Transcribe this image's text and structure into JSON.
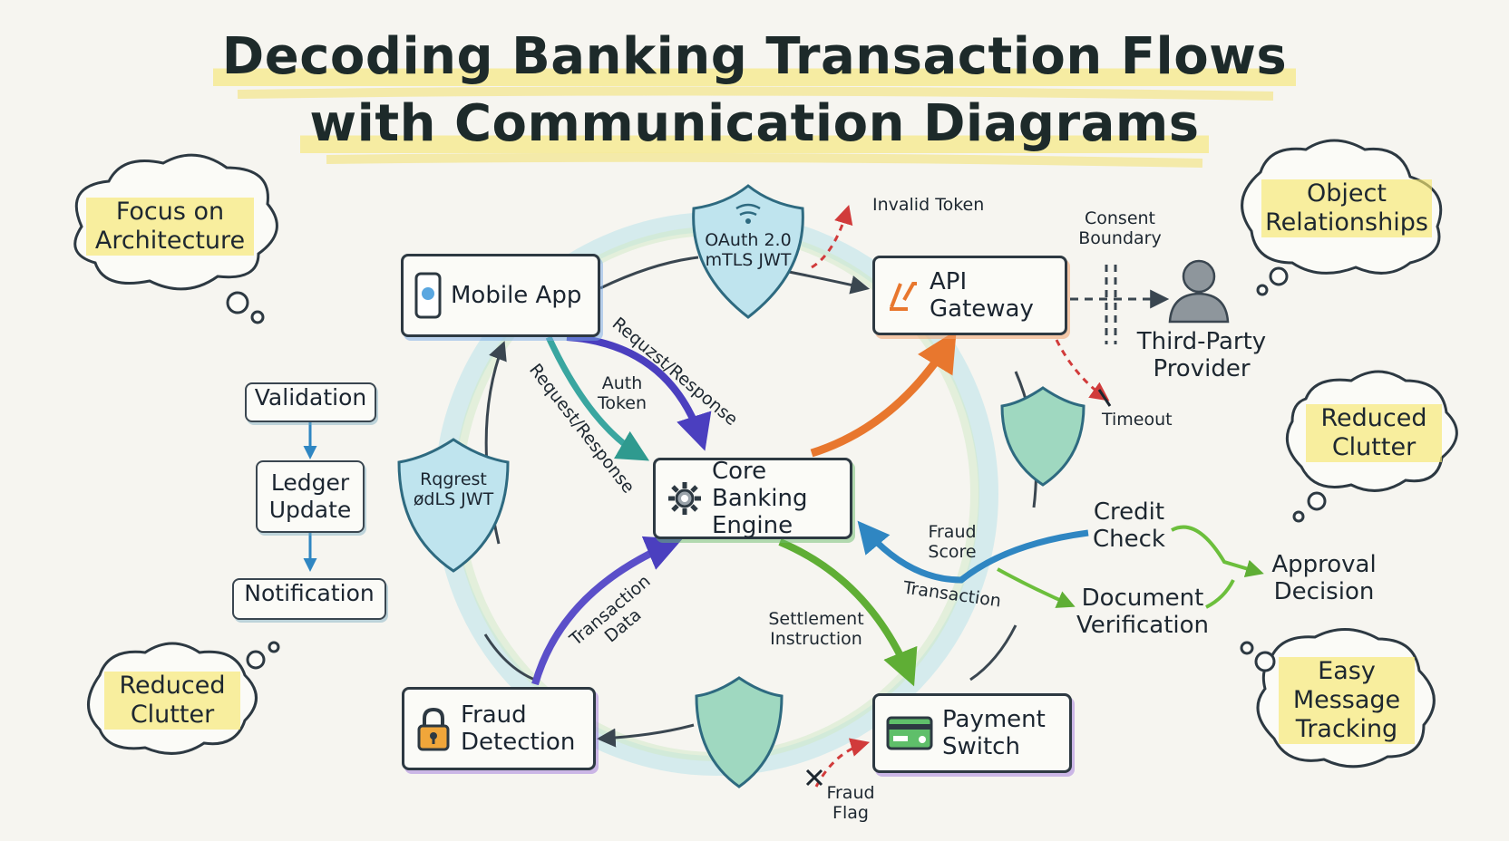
{
  "title": {
    "line1": "Decoding Banking Transaction Flows",
    "line2": "with Communication Diagrams"
  },
  "nodes": {
    "mobile_app": "Mobile App",
    "api_gateway": "API Gateway",
    "core_banking": "Core Banking Engine",
    "fraud_detection": "Fraud Detection",
    "payment_switch": "Payment Switch"
  },
  "steps": [
    "Validation",
    "Ledger Update",
    "Notification"
  ],
  "shields": {
    "top": "OAuth 2.0 mTLS JWT",
    "left": "Rqgrest ødLS JWT"
  },
  "labels": {
    "invalid_token": "Invalid Token",
    "consent_boundary": "Consent Boundary",
    "third_party": "Third-Party Provider",
    "timeout": "Timeout",
    "request_response_1": "Requzst/Response",
    "request_response_2": "Request/Response",
    "auth_token": "Auth Token",
    "fraud_score": "Fraud Score",
    "transaction": "Transaction",
    "transaction_data": "Transaction Data",
    "settlement": "Settlement Instruction",
    "fraud_flag": "Fraud Flag",
    "credit_check": "Credit Check",
    "doc_verification": "Document Verification",
    "approval": "Approval Decision"
  },
  "clouds": {
    "focus": "Focus on Architecture",
    "object_rel": "Object Relationships",
    "reduced_right": "Reduced Clutter",
    "reduced_left": "Reduced Clutter",
    "easy_tracking": "Easy Message Tracking"
  },
  "colors": {
    "orange": "#e8772e",
    "purple": "#5b4fc9",
    "teal": "#3aa6a0",
    "green": "#6cbf3c",
    "blue": "#2f86c2",
    "red": "#d13b3b"
  }
}
